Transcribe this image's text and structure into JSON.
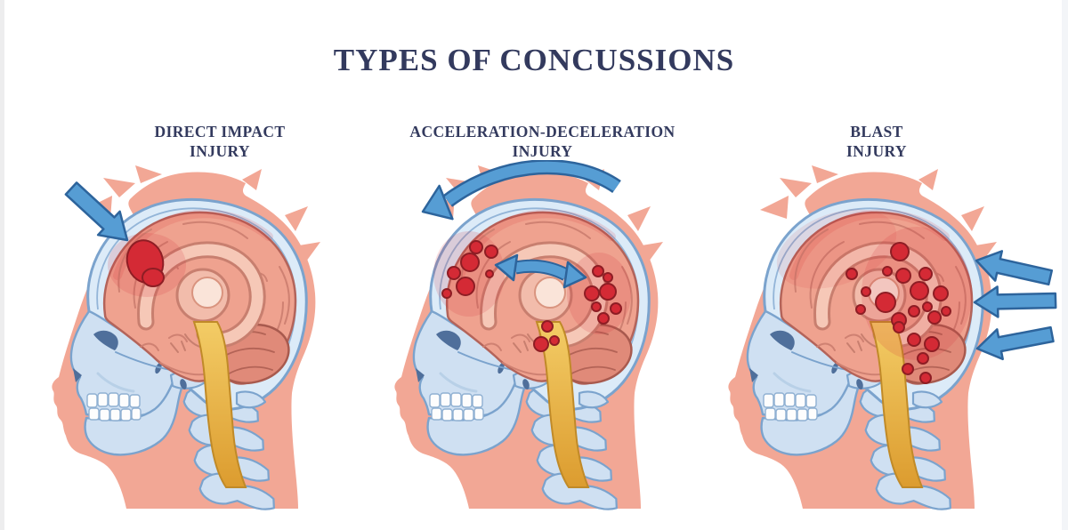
{
  "title": "TYPES OF CONCUSSIONS",
  "panels": [
    {
      "label_line1": "DIRECT IMPACT",
      "label_line2": "INJURY"
    },
    {
      "label_line1": "ACCELERATION-DECELERATION",
      "label_line2": "INJURY"
    },
    {
      "label_line1": "BLAST",
      "label_line2": "INJURY"
    }
  ],
  "colors": {
    "title_text": "#333a5e",
    "skin": "#f2a795",
    "skull": "#dcebf8",
    "skull_line": "#7ba3cd",
    "bone": "#cfe0f2",
    "tooth": "#fdfdfd",
    "socket": "#4f6f9b",
    "brain": "#efa28f",
    "brain_line": "#b4645a",
    "gyri": "#cf8172",
    "band_light": "#f6c8b7",
    "band_dark": "#c87f6f",
    "thalamus": "#f2bcab",
    "thalamus_inner": "#fae4d9",
    "cerebellum": "#e08a79",
    "cerebellum_line": "#a85a4e",
    "stem_top": "#f3cc66",
    "stem_bottom": "#dc9c2f",
    "stem_line": "#c08a28",
    "arrow": "#569dd4",
    "arrow_line": "#2d649c",
    "hemorrhage": "#d42a35",
    "hemorrhage_line": "#8e1d24"
  }
}
